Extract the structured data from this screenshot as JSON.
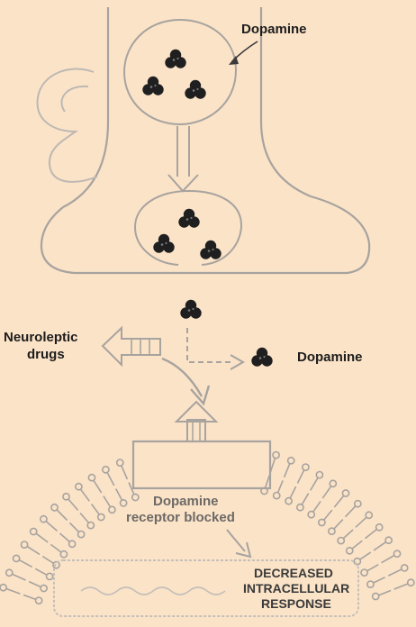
{
  "labels": {
    "dopamine_top": "Dopamine",
    "neuroleptic_line1": "Neuroleptic",
    "neuroleptic_line2": "drugs",
    "dopamine_side": "Dopamine",
    "receptor_line1": "Dopamine",
    "receptor_line2": "receptor blocked",
    "response_line1": "DECREASED",
    "response_line2": "INTRACELLULAR",
    "response_line3": "RESPONSE"
  },
  "colors": {
    "background": "#fbe3c8",
    "outline": "#a7a39e",
    "molecule": "#1f1f1f",
    "text": "#1d1d1d"
  }
}
